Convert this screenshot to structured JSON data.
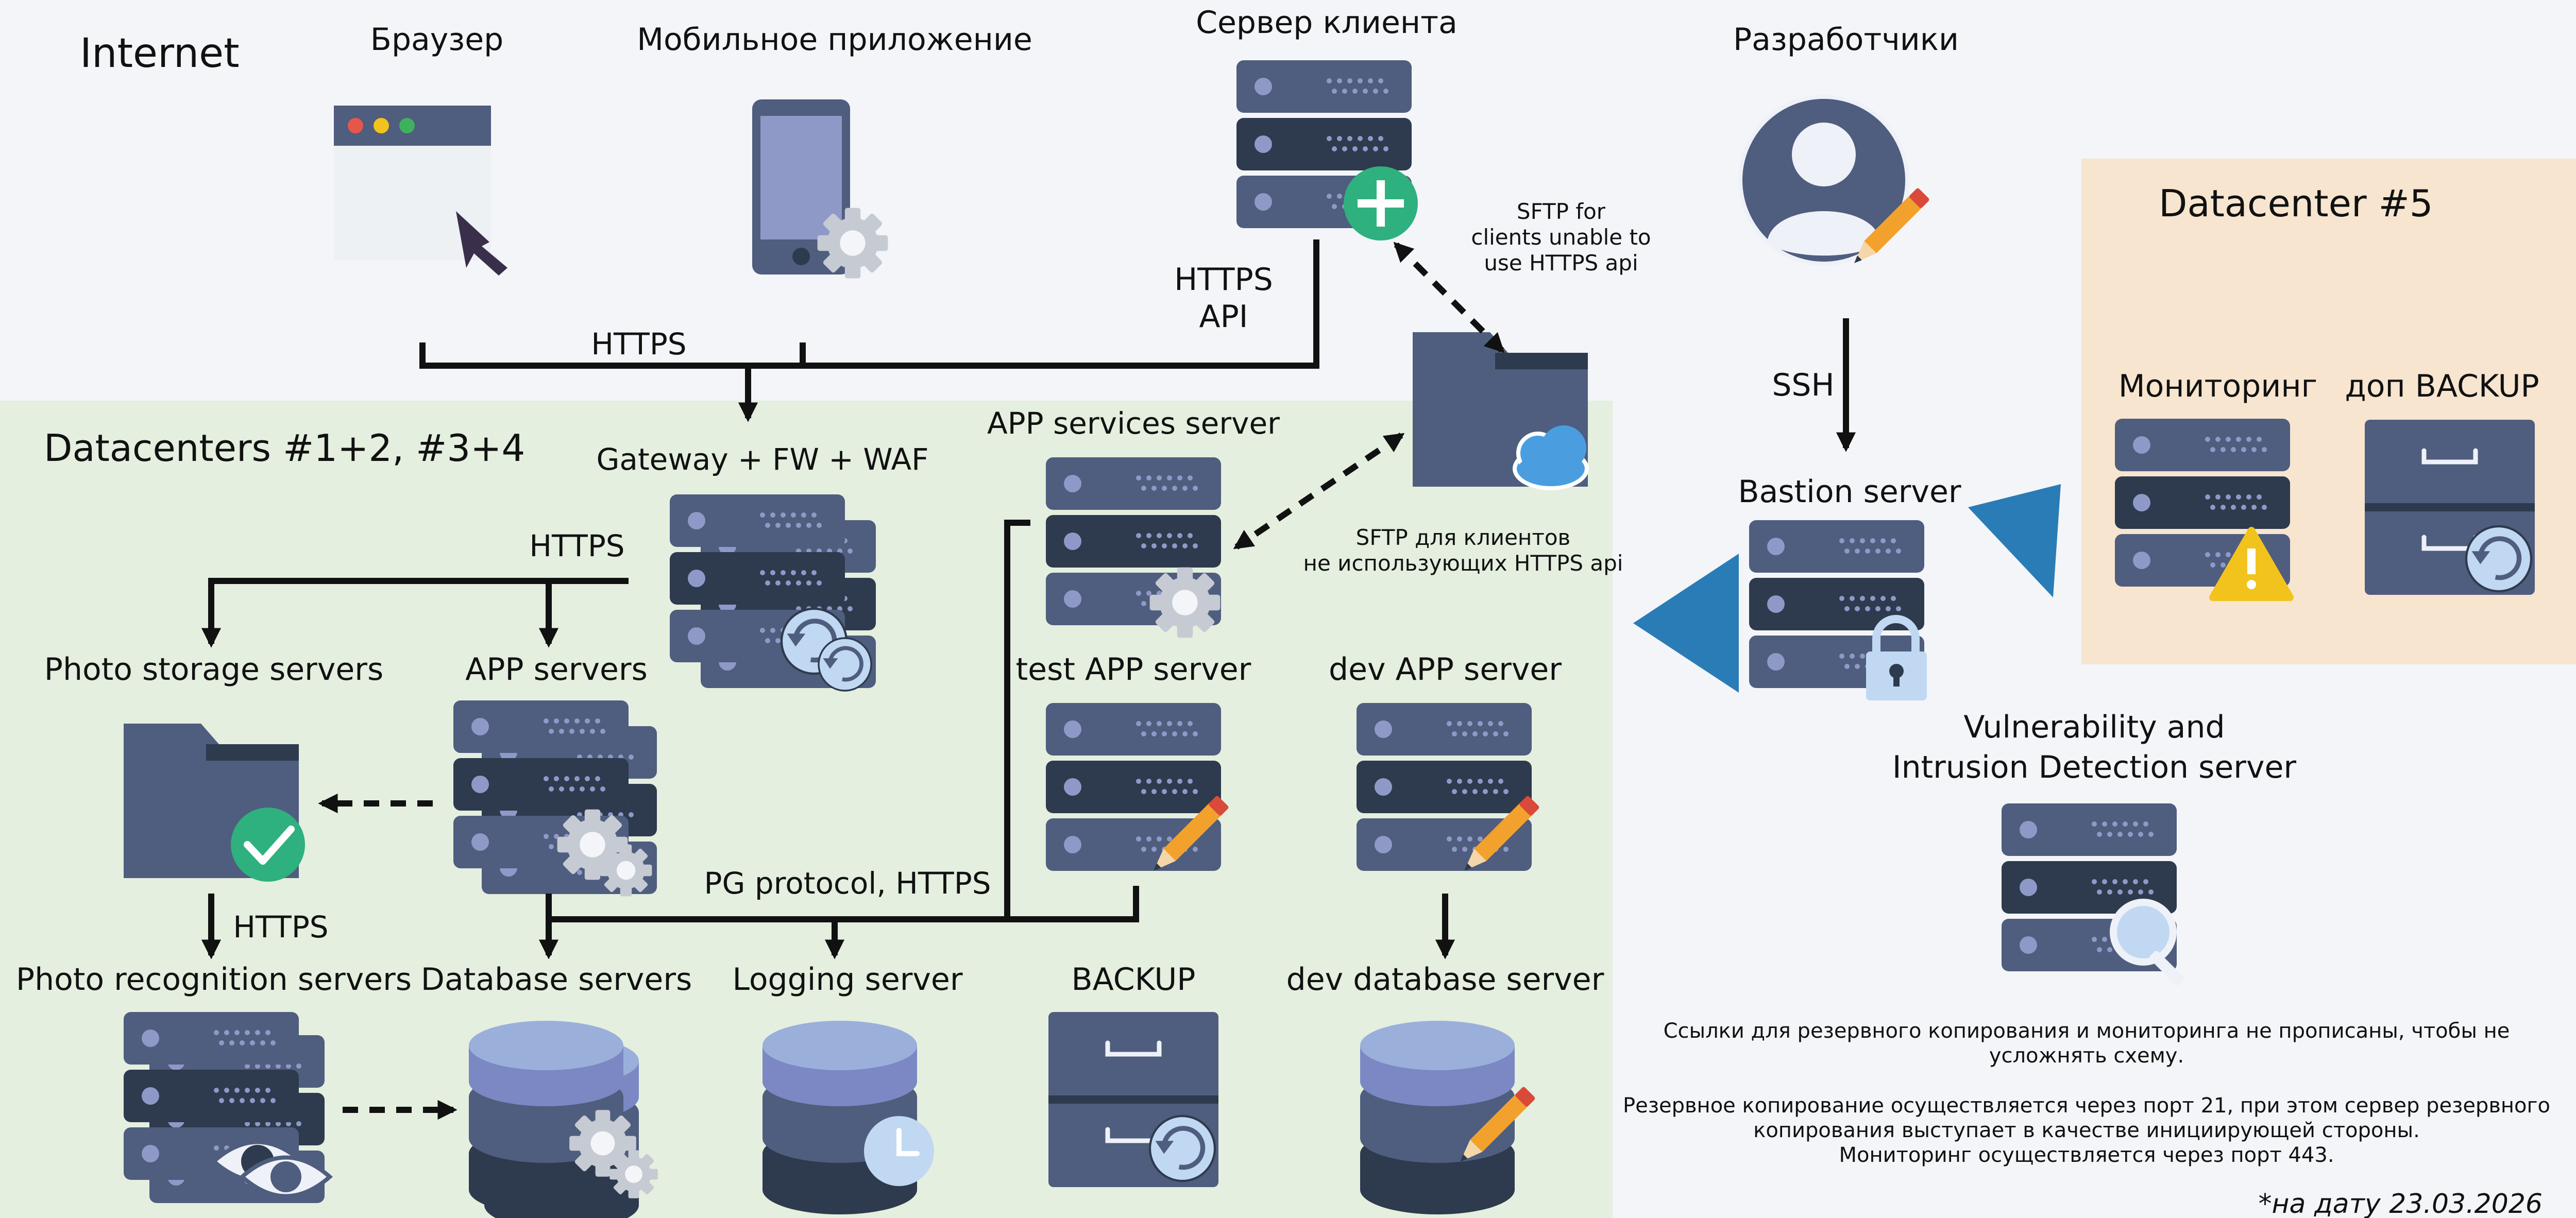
{
  "zones": {
    "internet": "Internet",
    "dc12": "Datacenters #1+2, #3+4",
    "dc5": "Datacenter #5"
  },
  "nodes": {
    "browser": "Браузер",
    "mobile_app": "Мобильное приложение",
    "client_server": "Сервер клиента",
    "developers": "Разработчики",
    "gateway": "Gateway + FW + WAF",
    "app_services": "APP services server",
    "photo_storage": "Photo storage servers",
    "app_servers": "APP servers",
    "test_app": "test APP server",
    "dev_app": "dev APP server",
    "photo_recognition": "Photo recognition servers",
    "database": "Database servers",
    "logging": "Logging server",
    "backup": "BACKUP",
    "dev_database": "dev database server",
    "bastion": "Bastion server",
    "monitoring": "Мониторинг",
    "extra_backup": "доп BACKUP",
    "vuln_line1": "Vulnerability and",
    "vuln_line2": "Intrusion Detection server"
  },
  "edges": {
    "https_clients": "HTTPS",
    "https_api_line1": "HTTPS",
    "https_api_line2": "API",
    "https_gateway": "HTTPS",
    "ssh": "SSH",
    "pg_https": "PG protocol, HTTPS",
    "https_photo": "HTTPS",
    "sftp_top_1": "SFTP for",
    "sftp_top_2": "clients unable to",
    "sftp_top_3": "use HTTPS api",
    "sftp_ru_1": "SFTP для клиентов",
    "sftp_ru_2": "не использующих HTTPS api"
  },
  "notes": {
    "p1_line1": "Ссылки для резервного копирования и мониторинга не прописаны, чтобы не",
    "p1_line2": "усложнять схему.",
    "p2_line1": "Резервное копирование осуществляется через порт 21, при этом сервер резервного",
    "p2_line2": "копирования выступает в качестве инициирующей стороны.",
    "p2_line3": "Мониторинг осуществляется через порт 443.",
    "date": "*на дату 23.03.2026"
  },
  "colors": {
    "internet_bg": "#f3f5f8",
    "dc12_bg": "#e4efdf",
    "dc5_bg": "#f7e5d0",
    "server_dark": "#2e3a4d",
    "server_mid": "#4f5d7e",
    "accent_blue": "#2a7cb6",
    "ok_green": "#2fb07f",
    "warn_yellow": "#f2c31c"
  }
}
